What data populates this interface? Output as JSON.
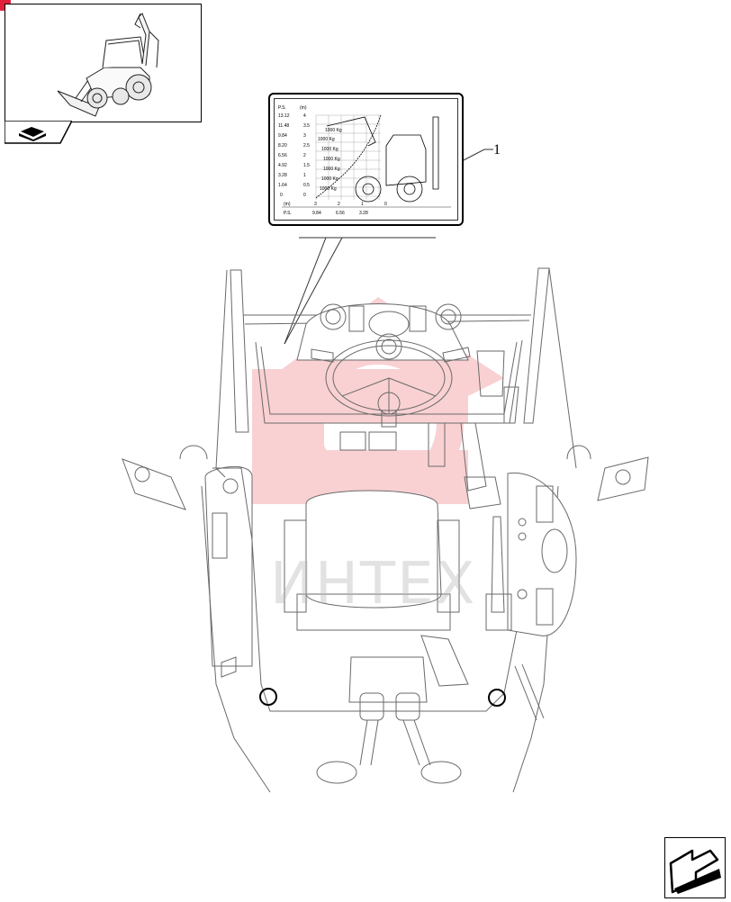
{
  "callout_label": "1",
  "watermark_text": "ИНТЕХ",
  "decal": {
    "ps_header": "P.S.",
    "m_header": "(m)",
    "ps_values": [
      "13.12",
      "11.48",
      "9.84",
      "8.20",
      "6.56",
      "4.92",
      "3.28",
      "1.64",
      "0"
    ],
    "m_values": [
      "4",
      "3.5",
      "3",
      "2.5",
      "2",
      "1.5",
      "1",
      "0.5",
      "0"
    ],
    "load_labels": [
      "1000 Kg",
      "1000 Kg",
      "1000 Kg",
      "1000 Kg",
      "1000 Kg",
      "1000 Kg",
      "1000 Kg"
    ],
    "x_m_values": [
      "3",
      "2",
      "1",
      "0"
    ],
    "x_ps_label": "P.S.",
    "x_ps_values": [
      "9.84",
      "6.56",
      "3.28"
    ],
    "x_m_label": "(m)"
  },
  "icons": {
    "corner_badge": "red-corner-dot",
    "tab_icon": "book-with-hand-icon",
    "nav_icon": "next-page-arrow-icon"
  },
  "colors": {
    "watermark_red": "#e8323c",
    "line": "#555555",
    "frame": "#000000"
  }
}
